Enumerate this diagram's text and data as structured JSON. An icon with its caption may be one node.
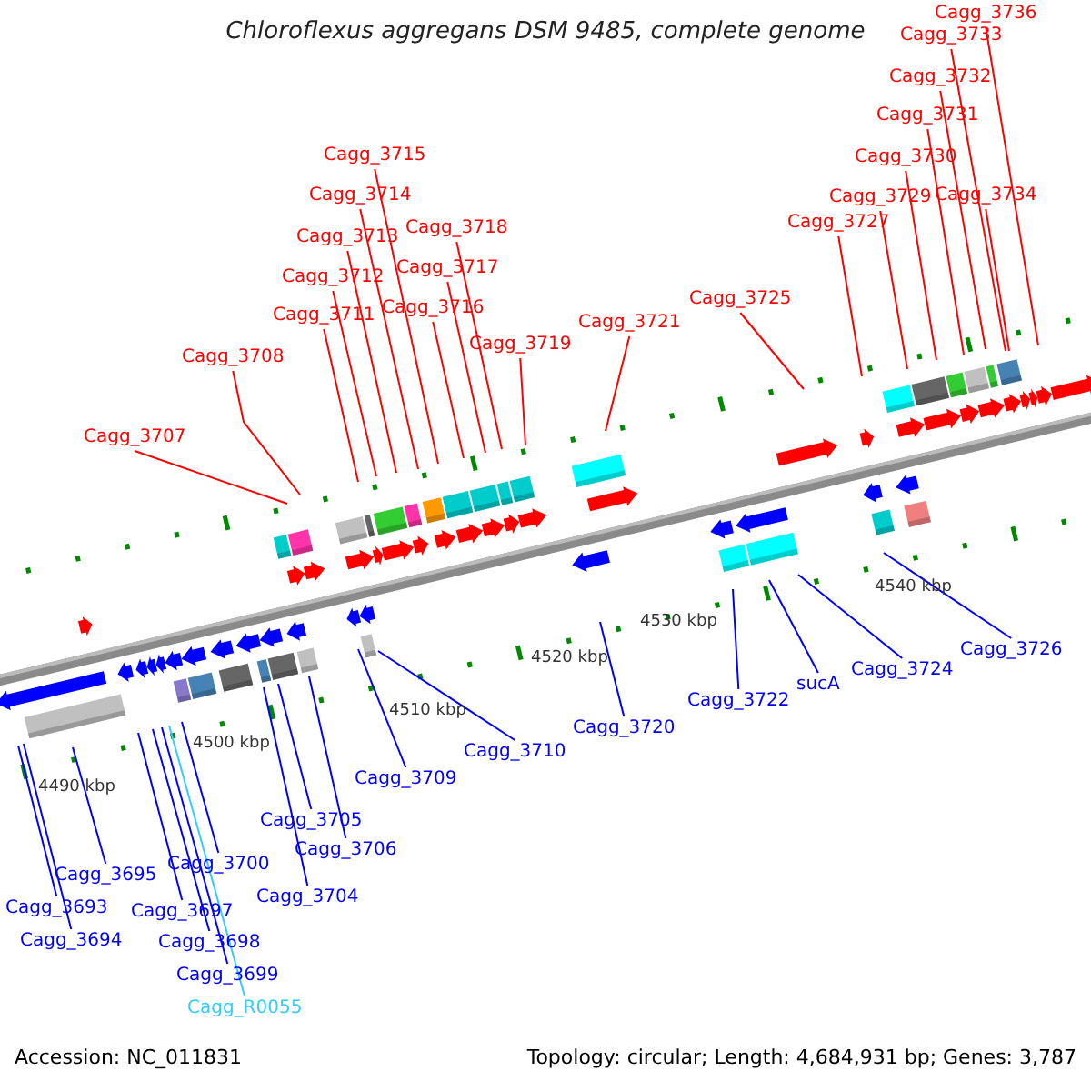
{
  "diagram": {
    "title": "Chloroflexus aggregans DSM 9485, complete genome",
    "nodes": [
      {
        "text": [
          "Cagg_3736"
        ]
      },
      {
        "text": [
          "Cagg_3733"
        ]
      },
      {
        "text": [
          "Cagg_3732"
        ]
      },
      {
        "text": [
          "Cagg_3731"
        ]
      },
      {
        "text": [
          "Cagg_3715"
        ]
      },
      {
        "text": [
          "Cagg_3730"
        ]
      },
      {
        "text": [
          "Cagg_3714"
        ]
      },
      {
        "text": [
          "Cagg_3729"
        ]
      },
      {
        "text": [
          "Cagg_3734"
        ]
      },
      {
        "text": [
          "Cagg_3727"
        ]
      },
      {
        "text": [
          "Cagg_3718"
        ]
      },
      {
        "text": [
          "Cagg_3713"
        ]
      },
      {
        "text": [
          "Cagg_3717"
        ]
      },
      {
        "text": [
          "Cagg_3712"
        ]
      },
      {
        "text": [
          "Cagg_3725"
        ]
      },
      {
        "text": [
          "Cagg_3716"
        ]
      },
      {
        "text": [
          "Cagg_3711"
        ]
      },
      {
        "text": [
          "Cagg_3721"
        ]
      },
      {
        "text": [
          "Cagg_3719"
        ]
      },
      {
        "text": [
          "Cagg_3708"
        ]
      },
      {
        "text": [
          "Cagg_3707"
        ]
      },
      {
        "text": [
          "Cagg_3726"
        ]
      },
      {
        "text": [
          "Cagg_3724"
        ]
      },
      {
        "text": [
          "sucA"
        ]
      },
      {
        "text": [
          "Cagg_3722"
        ]
      },
      {
        "text": [
          "Cagg_3720"
        ]
      },
      {
        "text": [
          "Cagg_3710"
        ]
      },
      {
        "text": [
          "Cagg_3709"
        ]
      },
      {
        "text": [
          "Cagg_3705"
        ]
      },
      {
        "text": [
          "Cagg_3706"
        ]
      },
      {
        "text": [
          "Cagg_3700"
        ]
      },
      {
        "text": [
          "Cagg_3695"
        ]
      },
      {
        "text": [
          "Cagg_3704"
        ]
      },
      {
        "text": [
          "Cagg_3693"
        ]
      },
      {
        "text": [
          "Cagg_3697"
        ]
      },
      {
        "text": [
          "Cagg_3694"
        ]
      },
      {
        "text": [
          "Cagg_3698"
        ]
      },
      {
        "text": [
          "Cagg_3699"
        ]
      },
      {
        "text": [
          "Cagg_R0055"
        ]
      }
    ],
    "edges": [
      {
        "from": 0,
        "to": null,
        "arrow": "none"
      },
      {
        "from": 1,
        "to": null,
        "arrow": "none"
      },
      {
        "from": 2,
        "to": null,
        "arrow": "none"
      },
      {
        "from": 3,
        "to": null,
        "arrow": "none"
      },
      {
        "from": 4,
        "to": null,
        "arrow": "none"
      },
      {
        "from": 5,
        "to": null,
        "arrow": "none"
      },
      {
        "from": 6,
        "to": null,
        "arrow": "none"
      },
      {
        "from": 7,
        "to": null,
        "arrow": "none"
      },
      {
        "from": 8,
        "to": null,
        "arrow": "none"
      },
      {
        "from": 9,
        "to": null,
        "arrow": "none"
      },
      {
        "from": 10,
        "to": null,
        "arrow": "none"
      },
      {
        "from": 11,
        "to": null,
        "arrow": "none"
      },
      {
        "from": 12,
        "to": null,
        "arrow": "none"
      },
      {
        "from": 13,
        "to": null,
        "arrow": "none"
      },
      {
        "from": 14,
        "to": null,
        "arrow": "none"
      },
      {
        "from": 15,
        "to": null,
        "arrow": "none"
      },
      {
        "from": 16,
        "to": null,
        "arrow": "none"
      },
      {
        "from": 17,
        "to": null,
        "arrow": "none"
      },
      {
        "from": 18,
        "to": null,
        "arrow": "none"
      },
      {
        "from": 19,
        "to": null,
        "arrow": "none"
      },
      {
        "from": 20,
        "to": null,
        "arrow": "none"
      },
      {
        "from": 21,
        "to": null,
        "arrow": "none",
        "color": "#0000ff"
      },
      {
        "from": 22,
        "to": null,
        "arrow": "none",
        "color": "#0000ff"
      },
      {
        "from": 23,
        "to": null,
        "arrow": "none",
        "color": "#0000ff"
      },
      {
        "from": 24,
        "to": null,
        "arrow": "none",
        "color": "#0000ff"
      },
      {
        "from": 25,
        "to": null,
        "arrow": "none",
        "color": "#0000ff"
      },
      {
        "from": 26,
        "to": null,
        "arrow": "none",
        "color": "#0000ff"
      },
      {
        "from": 27,
        "to": null,
        "arrow": "none",
        "color": "#0000ff"
      },
      {
        "from": 28,
        "to": null,
        "arrow": "none",
        "color": "#0000ff"
      },
      {
        "from": 29,
        "to": null,
        "arrow": "none",
        "color": "#0000ff"
      },
      {
        "from": 30,
        "to": null,
        "arrow": "none",
        "color": "#0000ff"
      },
      {
        "from": 31,
        "to": null,
        "arrow": "none",
        "color": "#0000ff"
      },
      {
        "from": 32,
        "to": null,
        "arrow": "none",
        "color": "#0000ff"
      },
      {
        "from": 33,
        "to": null,
        "arrow": "none",
        "color": "#0000ff"
      },
      {
        "from": 34,
        "to": null,
        "arrow": "none",
        "color": "#0000ff"
      },
      {
        "from": 35,
        "to": null,
        "arrow": "none",
        "color": "#0000ff"
      },
      {
        "from": 36,
        "to": null,
        "arrow": "none",
        "color": "#0000ff"
      },
      {
        "from": 37,
        "to": null,
        "arrow": "none",
        "color": "#0000ff"
      },
      {
        "from": 38,
        "to": null,
        "arrow": "none",
        "color": "#33ccff"
      }
    ],
    "labels": [
      "4540 kbp",
      "4530 kbp",
      "4520 kbp",
      "4510 kbp",
      "4500 kbp",
      "4490 kbp",
      "Accession: NC_011831",
      "Topology: circular; Length: 4,684,931 bp; Genes: 3,787"
    ]
  }
}
